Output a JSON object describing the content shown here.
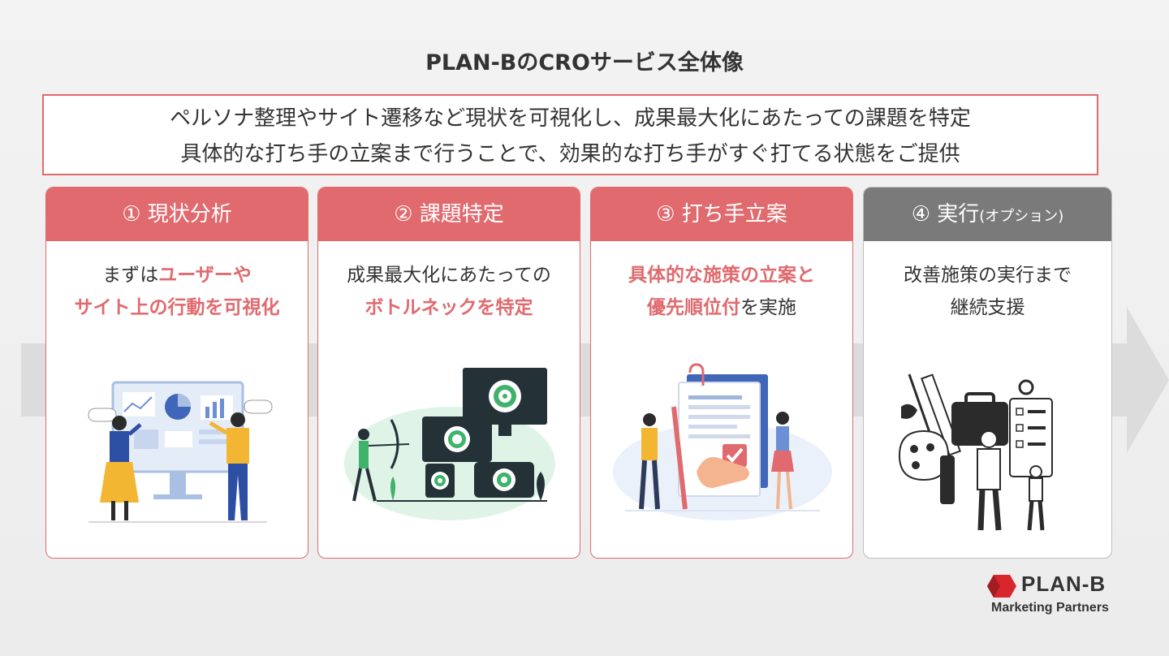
{
  "title": "PLAN-BのCROサービス全体像",
  "summary": {
    "line1": "ペルソナ整理やサイト遷移など現状を可視化し、成果最大化にあたっての課題を特定",
    "line2": "具体的な打ち手の立案まで行うことで、効果的な打ち手がすぐ打てる状態をご提供"
  },
  "cards": [
    {
      "header": "① 現状分析",
      "desc1_pre": "まずは",
      "desc1_hl": "ユーザーや",
      "desc2_hl": "サイト上の行動を可視化"
    },
    {
      "header": "② 課題特定",
      "desc1": "成果最大化にあたっての",
      "desc2_hl": "ボトルネックを特定"
    },
    {
      "header": "③ 打ち手立案",
      "desc1_hl": "具体的な施策の立案と",
      "desc2_hl": "優先順位付",
      "desc2_post": "を実施"
    },
    {
      "header": "④ 実行",
      "header_small": "(オプション)",
      "desc1": "改善施策の実行まで",
      "desc2": "継続支援"
    }
  ],
  "logo": {
    "name": "PLAN-B",
    "sub": "Marketing Partners"
  },
  "colors": {
    "accent": "#e06a6e",
    "gray_header": "#7a7a7a",
    "arrow": "#dcdcdc"
  }
}
